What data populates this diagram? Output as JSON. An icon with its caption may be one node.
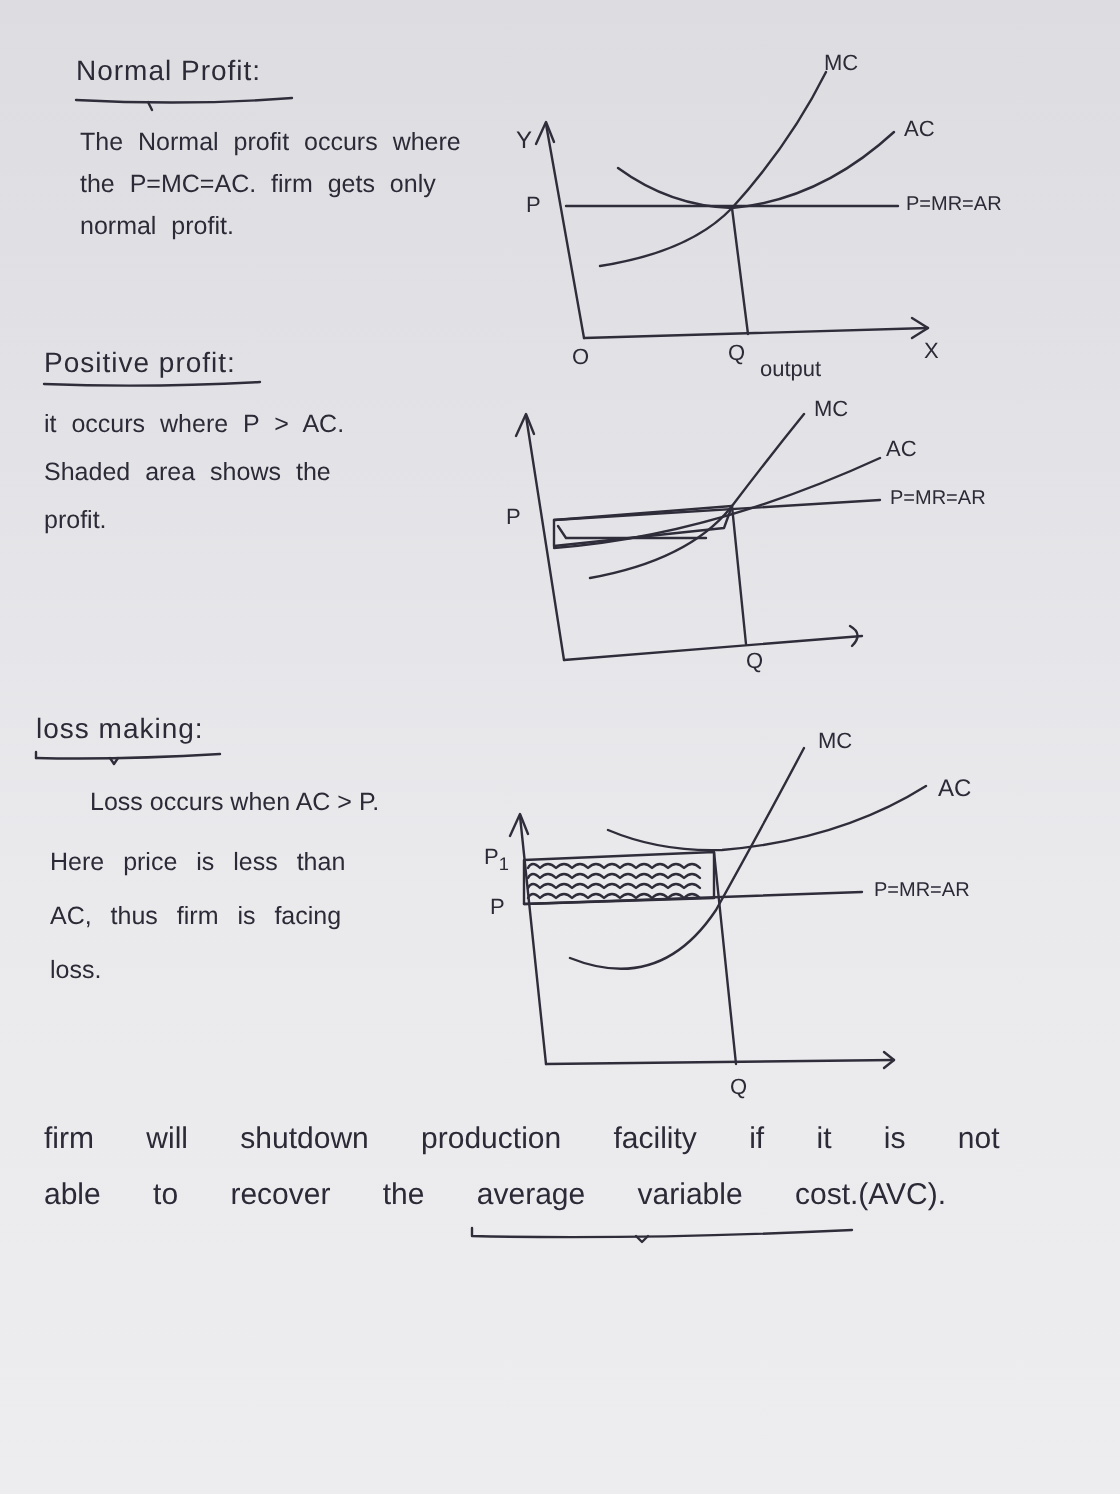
{
  "diagram": {
    "labels": [
      "Normal Profit:",
      "The Normal profit occurs where the P=MC=AC. firm gets only normal profit.",
      "MC",
      "Y",
      "AC",
      "P",
      "P=MR=AR",
      "O",
      "Q",
      "output",
      "X",
      "Positive profit:",
      "it occurs where P > AC. Shaded area shows the profit.",
      "MC",
      "AC",
      "P=MR=AR",
      "P",
      "Q",
      "loss making:",
      "Loss occurs when AC > P.",
      "Here price is less than AC, thus firm is facing loss.",
      "MC",
      "AC",
      "P$_{1}$",
      "P=MR=AR",
      "P",
      "Q",
      "firm will shutdown production facility if it is not able to recover the average variable cost.(AVC)."
    ]
  }
}
